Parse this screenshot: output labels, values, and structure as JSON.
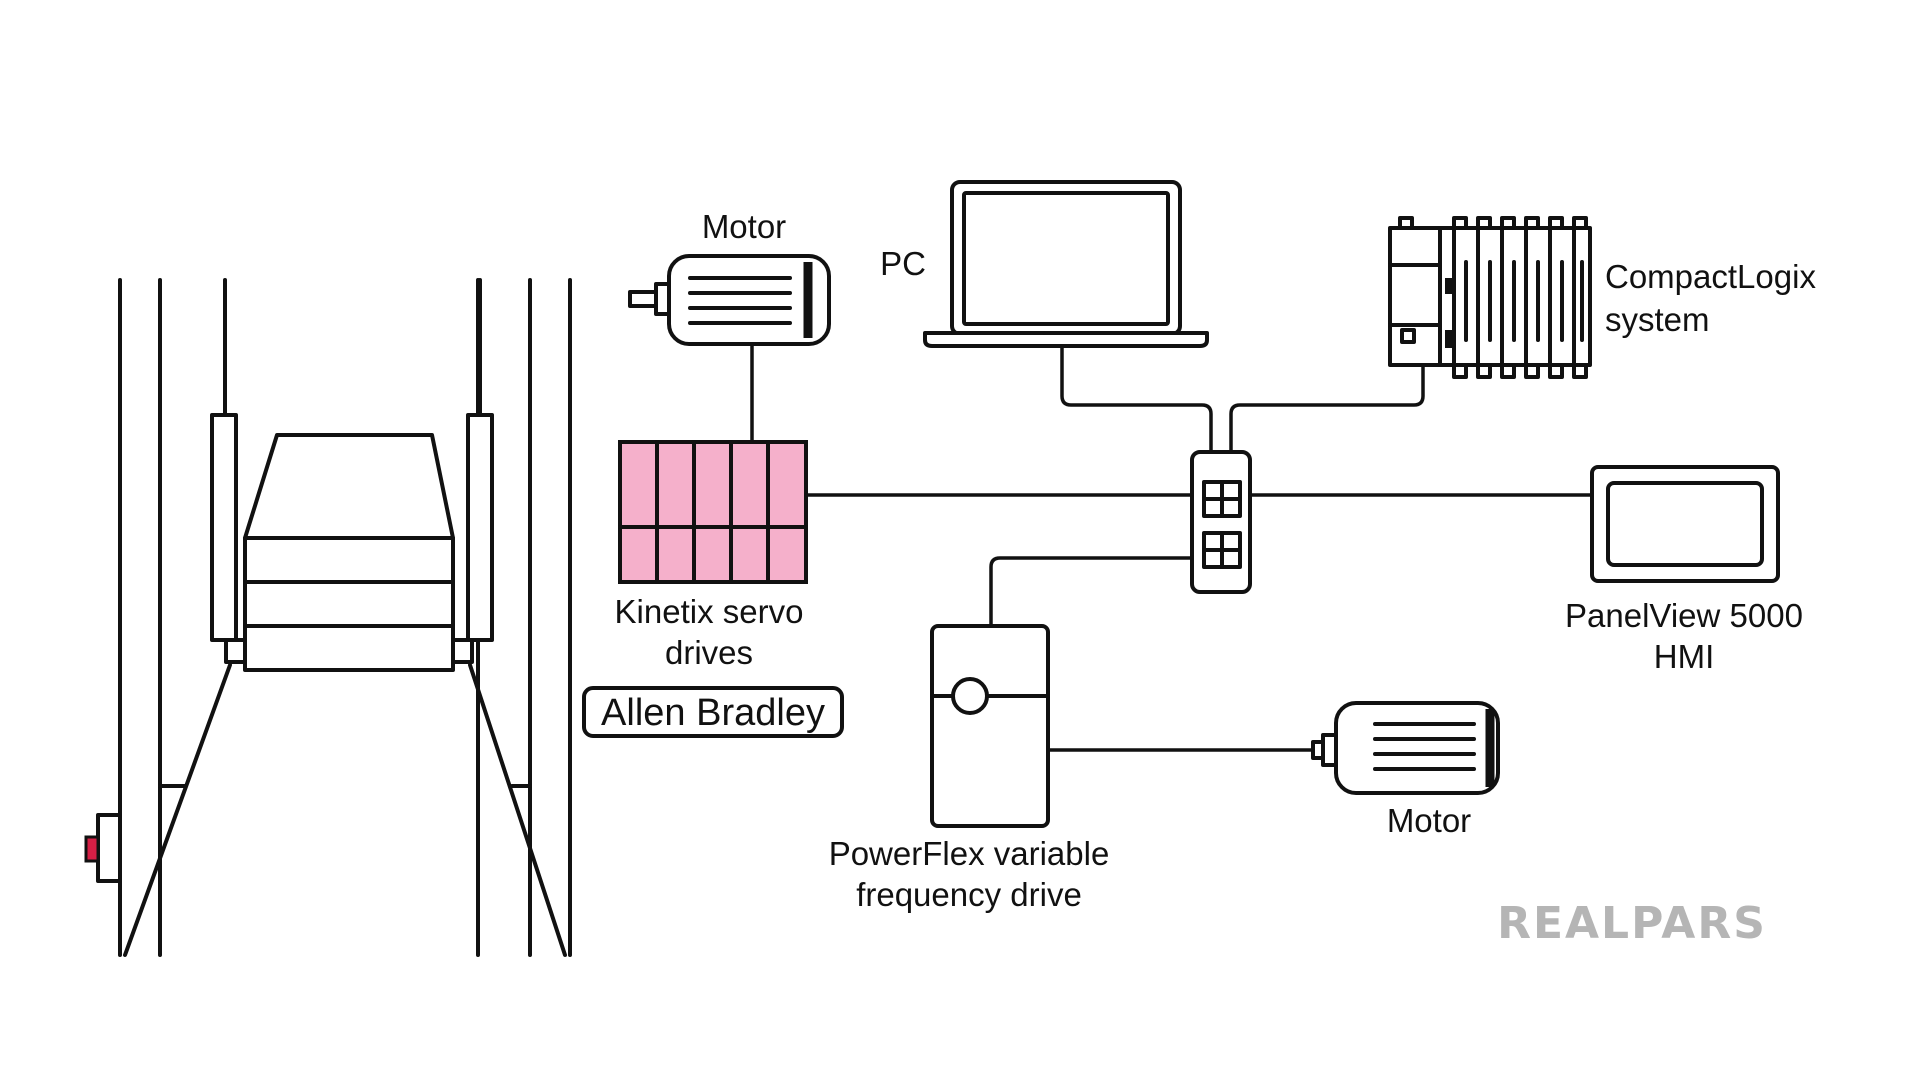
{
  "labels": {
    "motor_top": "Motor",
    "pc": "PC",
    "compactlogix_line1": "CompactLogix",
    "compactlogix_line2": "system",
    "kinetix_line1": "Kinetix servo",
    "kinetix_line2": "drives",
    "brand": "Allen Bradley",
    "panelview_line1": "PanelView 5000",
    "panelview_line2": "HMI",
    "powerflex_line1": "PowerFlex variable",
    "powerflex_line2": "frequency drive",
    "motor_bottom": "Motor"
  },
  "logo": {
    "text": "REALPARS"
  },
  "colors": {
    "line": "#111111",
    "servo_fill": "#f5b0cb",
    "indicator_red": "#d61f45",
    "logo_gray": "#b5b5b5",
    "background": "#ffffff"
  },
  "icons": {
    "switch": "ethernet-switch-icon",
    "pc": "laptop-icon",
    "plc": "plc-rack-icon",
    "hmi": "hmi-panel-icon",
    "vfd": "vfd-icon",
    "motor": "motor-icon",
    "servo": "servo-drive-icon",
    "machine": "conveyor-machine-icon"
  }
}
